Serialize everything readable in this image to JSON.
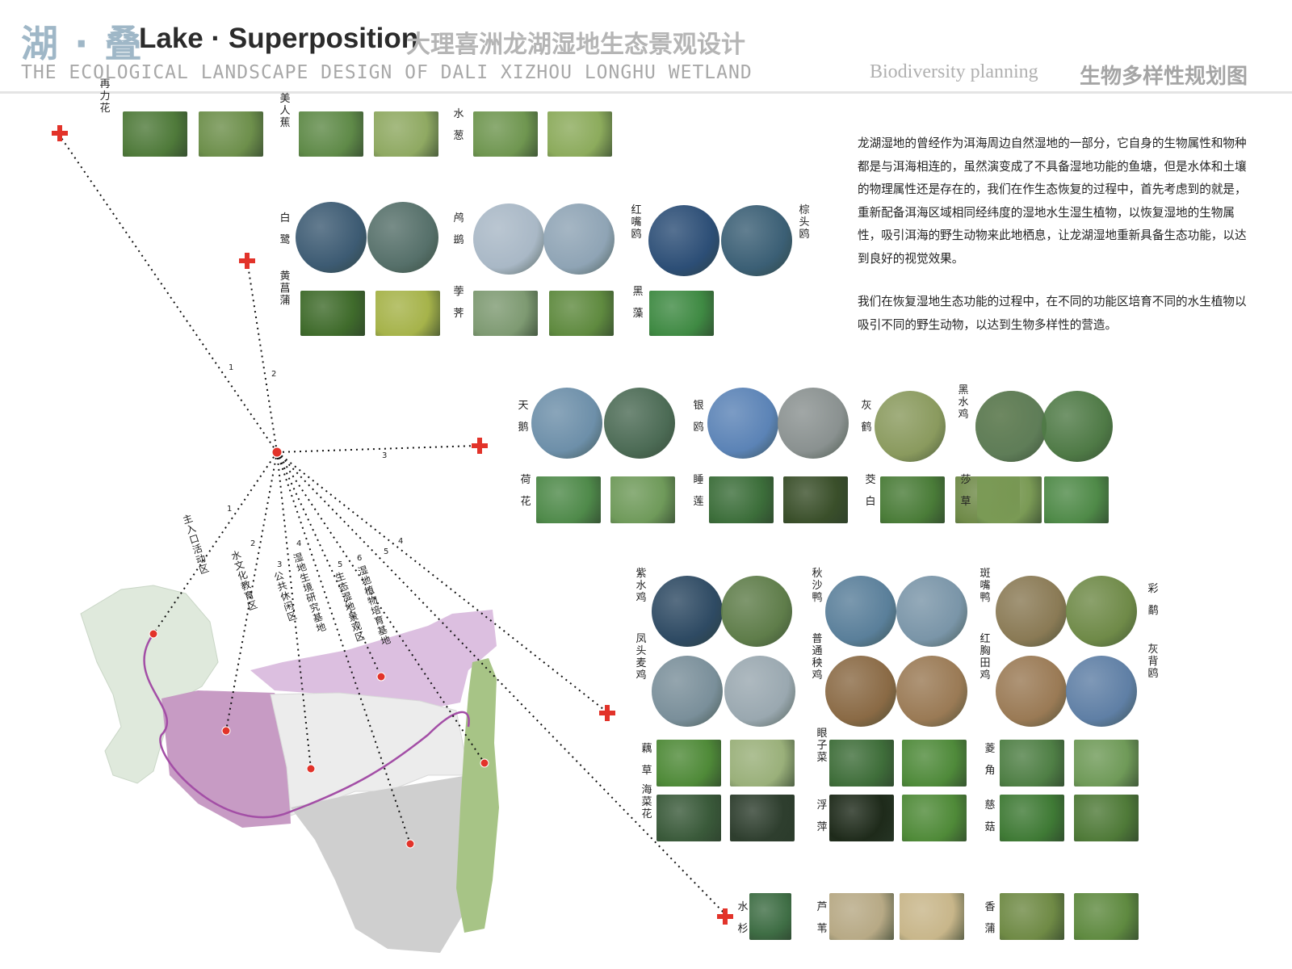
{
  "header": {
    "title_cn": "湖 · 叠",
    "title_en": "Lake · Superposition",
    "subtitle_cn": "大理喜洲龙湖湿地生态景观设计",
    "subtitle_en": "THE ECOLOGICAL LANDSCAPE DESIGN OF DALI XIZHOU LONGHU WETLAND",
    "section_en": "Biodiversity planning",
    "section_cn": "生物多样性规划图"
  },
  "description": {
    "p1": "龙湖湿地的曾经作为洱海周边自然湿地的一部分，它自身的生物属性和物种都是与洱海相连的，虽然演变成了不具备湿地功能的鱼塘，但是水体和土壤的物理属性还是存在的，我们在作生态恢复的过程中，首先考虑到的就是，重新配备洱海区域相同经纬度的湿地水生湿生植物，以恢复湿地的生物属性，吸引洱海的野生动物来此地栖息，让龙湖湿地重新具备生态功能，以达到良好的视觉效果。",
    "p2": "我们在恢复湿地生态功能的过程中，在不同的功能区培育不同的水生植物以吸引不同的野生动物，以达到生物多样性的营造。"
  },
  "zones": [
    {
      "num": "1",
      "label": "主入口活动区"
    },
    {
      "num": "2",
      "label": "水文化教育区"
    },
    {
      "num": "3",
      "label": "公共休闲区"
    },
    {
      "num": "4",
      "label": "湿地生境研究基地"
    },
    {
      "num": "5",
      "label": "生态湿地景观区"
    },
    {
      "num": "6",
      "label": "湿地植物培育基地"
    }
  ],
  "line_numbers": [
    "1",
    "2",
    "3",
    "1",
    "2",
    "3",
    "4",
    "5",
    "6",
    "5",
    "4"
  ],
  "species": [
    {
      "name": "再力花",
      "kind": "plant",
      "colors": [
        "#4f7a3a",
        "#6d8f4b"
      ]
    },
    {
      "name": "美人蕉",
      "kind": "plant",
      "colors": [
        "#5f8a48",
        "#8fa962"
      ]
    },
    {
      "name": "水葱",
      "kind": "plant",
      "colors": [
        "#6f9650",
        "#8cab5c"
      ]
    },
    {
      "name": "白鹭",
      "kind": "bird",
      "colors": [
        "#3d5b73",
        "#56706a"
      ]
    },
    {
      "name": "鸬鹚",
      "kind": "bird",
      "colors": [
        "#a9b8c6",
        "#8fa4b5"
      ]
    },
    {
      "name": "红嘴鸥",
      "kind": "bird",
      "colors": [
        "#2c4e76",
        "#3b5f75"
      ]
    },
    {
      "name": "棕头鸥",
      "kind": "bird",
      "colors": []
    },
    {
      "name": "黄菖蒲",
      "kind": "plant",
      "colors": [
        "#3f6b2b",
        "#a6b34a"
      ]
    },
    {
      "name": "荸荠",
      "kind": "plant",
      "colors": [
        "#7e9a72",
        "#5f8a3f"
      ]
    },
    {
      "name": "黑藻",
      "kind": "plant",
      "colors": [
        "#3f8a43",
        "#222"
      ]
    },
    {
      "name": "天鹅",
      "kind": "bird",
      "colors": [
        "#6d8fa9",
        "#4c6b55"
      ]
    },
    {
      "name": "银鸥",
      "kind": "bird",
      "colors": [
        "#5b83b6",
        "#8a9190"
      ]
    },
    {
      "name": "灰鹤",
      "kind": "bird",
      "colors": [
        "#8a9a5e",
        "#97a36b"
      ]
    },
    {
      "name": "黑水鸡",
      "kind": "bird",
      "colors": [
        "#5f7d58",
        "#4f7a46"
      ]
    },
    {
      "name": "荷花",
      "kind": "plant",
      "colors": [
        "#4f8a4a",
        "#6f9a5a"
      ]
    },
    {
      "name": "睡莲",
      "kind": "plant",
      "colors": [
        "#3c6e3a",
        "#3a4f2a"
      ]
    },
    {
      "name": "茭白",
      "kind": "plant",
      "colors": [
        "#4a7c38",
        "#6f8a48"
      ]
    },
    {
      "name": "莎草",
      "kind": "plant",
      "colors": [
        "#7a9a55",
        "#4f8a48"
      ]
    },
    {
      "name": "紫水鸡",
      "kind": "bird",
      "colors": [
        "#2e4a63",
        "#5f7d4a"
      ]
    },
    {
      "name": "秋沙鸭",
      "kind": "bird",
      "colors": [
        "#5a7f9a",
        "#7a95a8"
      ]
    },
    {
      "name": "斑嘴鸭",
      "kind": "bird",
      "colors": [
        "#8a7a55",
        "#6f8a48"
      ]
    },
    {
      "name": "彩鹬",
      "kind": "bird",
      "colors": []
    },
    {
      "name": "凤头麦鸡",
      "kind": "bird",
      "colors": [
        "#7a8f9a",
        "#9aa8b0"
      ]
    },
    {
      "name": "普通秧鸡",
      "kind": "bird",
      "colors": [
        "#8a6a45",
        "#9a7a55"
      ]
    },
    {
      "name": "红胸田鸡",
      "kind": "bird",
      "colors": [
        "#9a7a55",
        "#5f7fa5"
      ]
    },
    {
      "name": "灰背鸥",
      "kind": "bird",
      "colors": []
    },
    {
      "name": "藕草",
      "kind": "plant",
      "colors": [
        "#4f8a38",
        "#9ab07a"
      ]
    },
    {
      "name": "眼子菜",
      "kind": "plant",
      "colors": [
        "#3f6e3a",
        "#4f8a3a"
      ]
    },
    {
      "name": "菱角",
      "kind": "plant",
      "colors": [
        "#4f7f45",
        "#6f9a58"
      ]
    },
    {
      "name": "海菜花",
      "kind": "plant",
      "colors": [
        "#3a5a3a",
        "#2e3e2e"
      ]
    },
    {
      "name": "浮萍",
      "kind": "plant",
      "colors": [
        "#1e2a1a",
        "#4f8a38"
      ]
    },
    {
      "name": "慈菇",
      "kind": "plant",
      "colors": [
        "#3f7a35",
        "#4f7a38"
      ]
    },
    {
      "name": "水杉",
      "kind": "plant",
      "colors": [
        "#3f6e45"
      ]
    },
    {
      "name": "芦苇",
      "kind": "plant",
      "colors": [
        "#b7a985",
        "#c8b68a"
      ]
    },
    {
      "name": "香蒲",
      "kind": "plant",
      "colors": [
        "#6f8a45",
        "#5f8a40"
      ]
    }
  ]
}
